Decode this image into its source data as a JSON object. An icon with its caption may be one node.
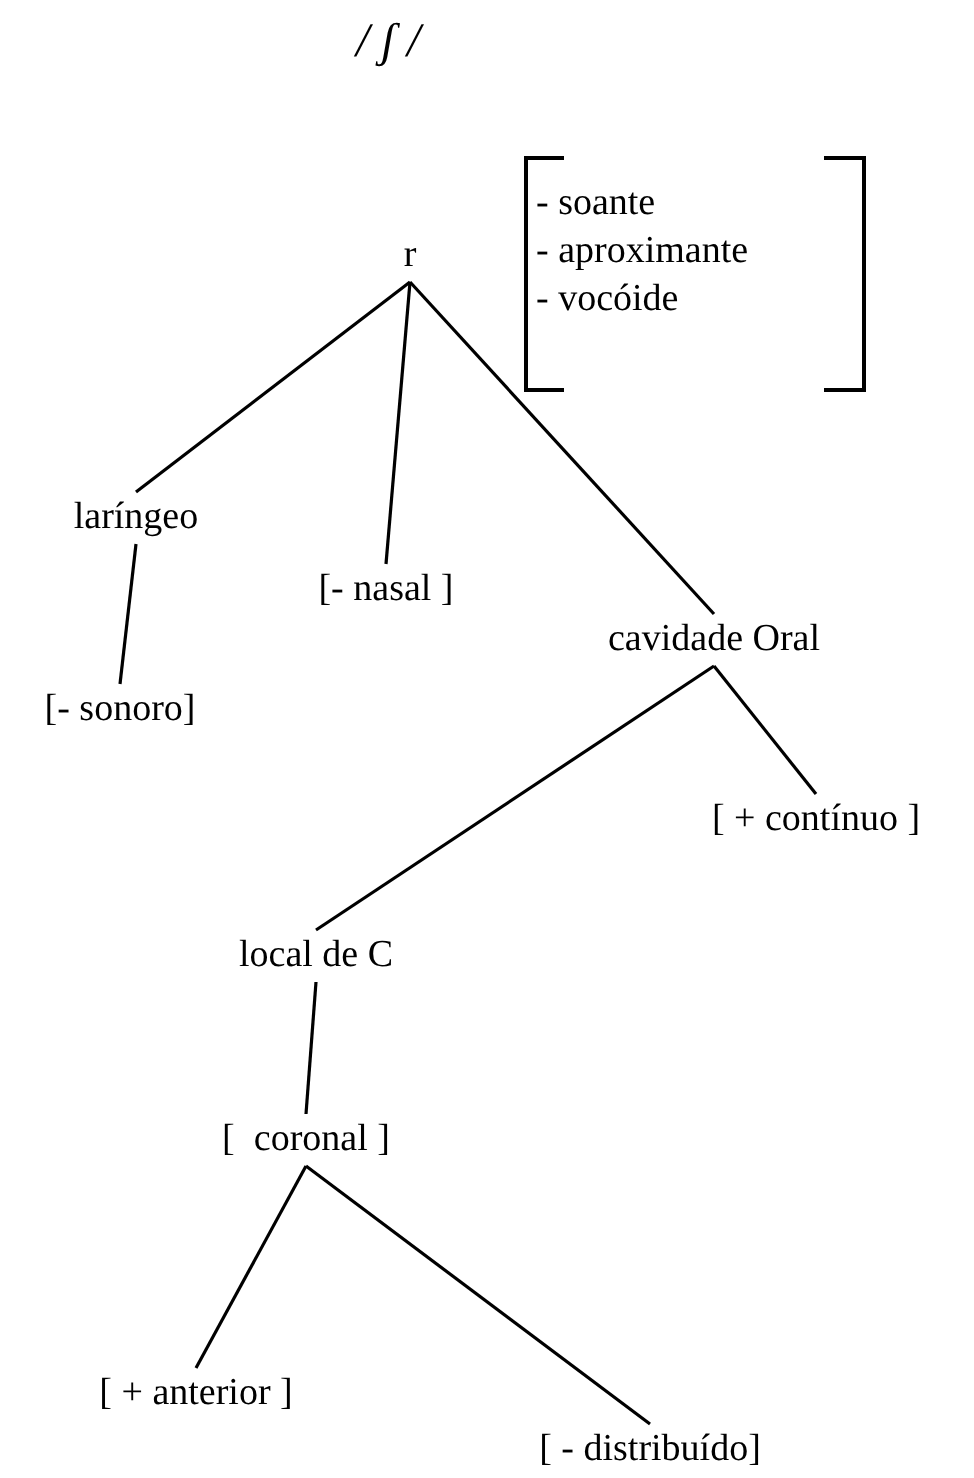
{
  "diagram": {
    "title": "/ ʃ /",
    "nodes": [
      {
        "text": [
          "r"
        ],
        "beside": [
          "- soante",
          "- aproximante",
          "- vocóide"
        ]
      },
      {
        "text": [
          "laríngeo"
        ]
      },
      {
        "text": [
          "[- nasal ]"
        ]
      },
      {
        "text": [
          "cavidade Oral"
        ]
      },
      {
        "text": [
          "[- sonoro]"
        ]
      },
      {
        "text": [
          "[ + contínuo ]"
        ]
      },
      {
        "text": [
          "local de C"
        ]
      },
      {
        "text": [
          "[  coronal ]"
        ]
      },
      {
        "text": [
          "[ + anterior ]"
        ]
      },
      {
        "text": [
          "[ - distribuído]"
        ]
      }
    ],
    "edges": [
      {
        "from": 0,
        "to": 1,
        "arrow": "none"
      },
      {
        "from": 0,
        "to": 2,
        "arrow": "none"
      },
      {
        "from": 0,
        "to": 3,
        "arrow": "none"
      },
      {
        "from": 1,
        "to": 4,
        "arrow": "none"
      },
      {
        "from": 3,
        "to": 6,
        "arrow": "none"
      },
      {
        "from": 3,
        "to": 5,
        "arrow": "none"
      },
      {
        "from": 6,
        "to": 7,
        "arrow": "none"
      },
      {
        "from": 7,
        "to": 8,
        "arrow": "none"
      },
      {
        "from": 7,
        "to": 9,
        "arrow": "none"
      }
    ]
  }
}
